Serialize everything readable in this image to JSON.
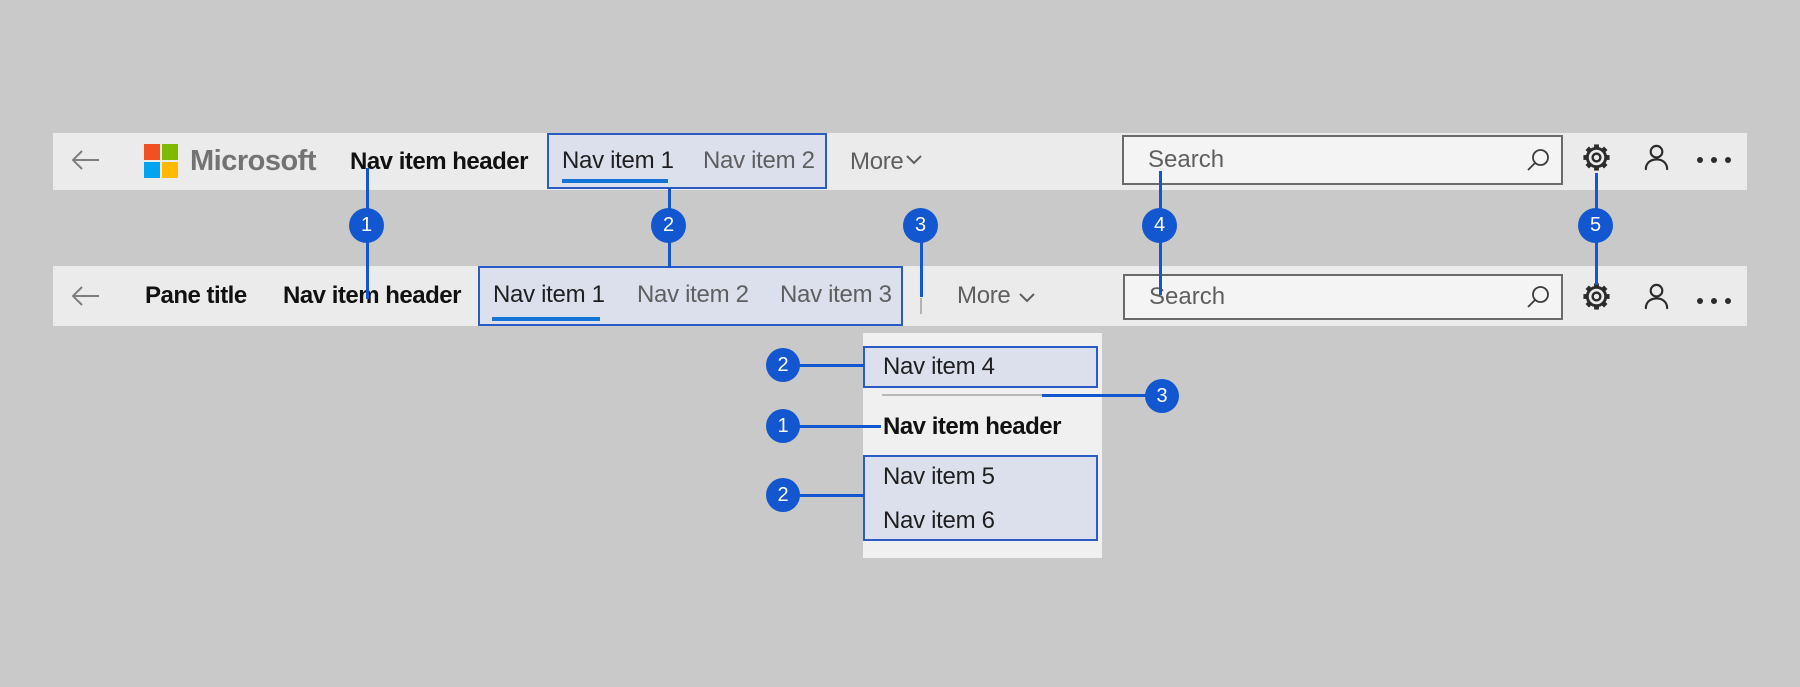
{
  "top_bar": {
    "logo_text": "Microsoft",
    "nav_item_header": "Nav item header",
    "nav_items": [
      {
        "label": "Nav item 1",
        "selected": true
      },
      {
        "label": "Nav item 2",
        "selected": false
      }
    ],
    "more_label": "More",
    "search_placeholder": "Search"
  },
  "pane_bar": {
    "pane_title": "Pane title",
    "nav_item_header": "Nav item header",
    "nav_items": [
      {
        "label": "Nav item 1",
        "selected": true
      },
      {
        "label": "Nav item 2",
        "selected": false
      },
      {
        "label": "Nav item 3",
        "selected": false
      }
    ],
    "more_label": "More",
    "search_placeholder": "Search"
  },
  "dropdown_menu": {
    "item_4": "Nav item 4",
    "header": "Nav item header",
    "item_5": "Nav item 5",
    "item_6": "Nav item 6"
  },
  "callouts": {
    "row1": [
      "1",
      "2",
      "3",
      "4",
      "5"
    ],
    "dropdown_left": [
      "2",
      "1",
      "2"
    ],
    "dropdown_right": [
      "3"
    ]
  },
  "colors": {
    "callout_blue": "#1257cf",
    "highlight_border": "#2c5cc3",
    "highlight_fill": "#dbe0ec",
    "selected_underline": "#1373d6",
    "logo_red": "#f25022",
    "logo_green": "#7fba00",
    "logo_blue": "#00a4ef",
    "logo_yellow": "#ffb900"
  }
}
